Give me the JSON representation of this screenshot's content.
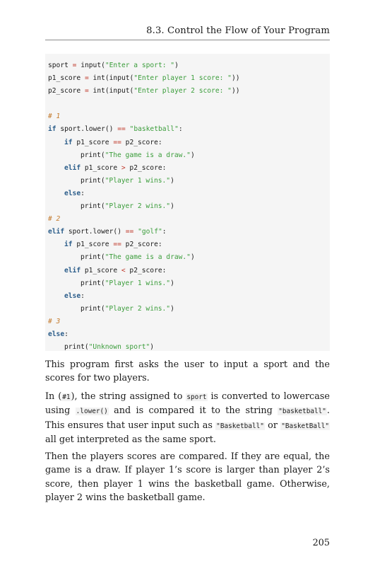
{
  "header": {
    "running_head": "8.3.  Control the Flow of Your Program"
  },
  "code": {
    "l1": {
      "a": "sport",
      "op": " = ",
      "b": "input(",
      "s": "\"Enter a sport: \"",
      "c": ")"
    },
    "l2": {
      "a": "p1_score",
      "op": " = ",
      "b": "int(input(",
      "s": "\"Enter player 1 score: \"",
      "c": "))"
    },
    "l3": {
      "a": "p2_score",
      "op": " = ",
      "b": "int(input(",
      "s": "\"Enter player 2 score: \"",
      "c": "))"
    },
    "c1": "# 1",
    "l5": {
      "kw": "if",
      "a": " sport.lower() ",
      "op": "==",
      "s": " \"basketball\"",
      "c": ":"
    },
    "l6": {
      "kw": "if",
      "a": " p1_score ",
      "op": "==",
      "b": " p2_score:"
    },
    "l7": {
      "a": "print(",
      "s": "\"The game is a draw.\"",
      "c": ")"
    },
    "l8": {
      "kw": "elif",
      "a": " p1_score ",
      "op": ">",
      "b": " p2_score:"
    },
    "l9": {
      "a": "print(",
      "s": "\"Player 1 wins.\"",
      "c": ")"
    },
    "l10": {
      "kw": "else",
      "c": ":"
    },
    "l11": {
      "a": "print(",
      "s": "\"Player 2 wins.\"",
      "c": ")"
    },
    "c2": "# 2",
    "l13": {
      "kw": "elif",
      "a": " sport.lower() ",
      "op": "==",
      "s": " \"golf\"",
      "c": ":"
    },
    "l14": {
      "kw": "if",
      "a": " p1_score ",
      "op": "==",
      "b": " p2_score:"
    },
    "l15": {
      "a": "print(",
      "s": "\"The game is a draw.\"",
      "c": ")"
    },
    "l16": {
      "kw": "elif",
      "a": " p1_score ",
      "op": "<",
      "b": " p2_score:"
    },
    "l17": {
      "a": "print(",
      "s": "\"Player 1 wins.\"",
      "c": ")"
    },
    "l18": {
      "kw": "else",
      "c": ":"
    },
    "l19": {
      "a": "print(",
      "s": "\"Player 2 wins.\"",
      "c": ")"
    },
    "c3": "# 3",
    "l21": {
      "kw": "else",
      "c": ":"
    },
    "l22": {
      "a": "print(",
      "s": "\"Unknown sport\"",
      "c": ")"
    }
  },
  "body": {
    "p1": "This program first asks the user to input a sport and the scores for two players.",
    "p2_a": "In (",
    "p2_code1": "#1",
    "p2_b": "), the string assigned to ",
    "p2_code2": "sport",
    "p2_c": " is converted to lowercase using ",
    "p2_code3": ".lower()",
    "p2_d": " and is compared it to the string ",
    "p2_code4": "\"basketball\"",
    "p2_e": ". This ensures that user input such as ",
    "p2_code5": "\"Basketball\"",
    "p2_f": " or ",
    "p2_code6": "\"BasketBall\"",
    "p2_g": " all get interpreted as the same sport.",
    "p3": "Then the players scores are compared. If they are equal, the game is a draw. If player 1’s score is larger than player 2’s score, then player 1 wins the basketball game. Otherwise, player 2 wins the basketball game."
  },
  "footer": {
    "page_number": "205"
  }
}
